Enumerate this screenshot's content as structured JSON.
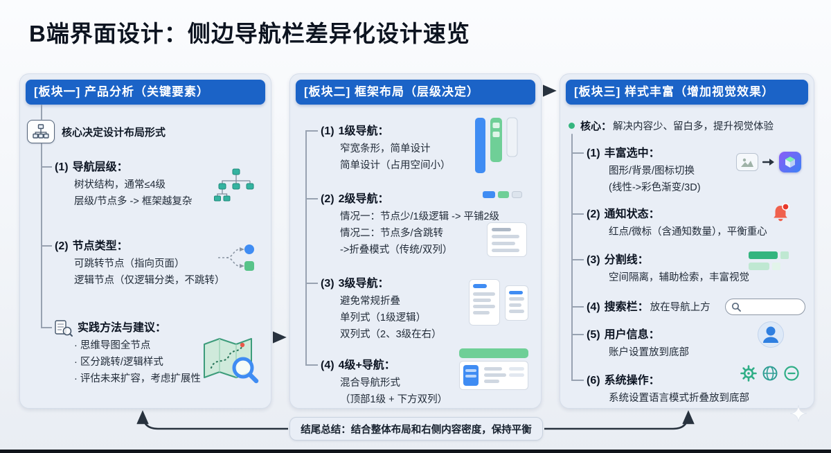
{
  "title": "B端界面设计：侧边导航栏差异化设计速览",
  "summary": "结尾总结：结合整体布局和右侧内容密度，保持平衡",
  "panel1": {
    "header": "[板块一] 产品分析（关键要素）",
    "core": "核心决定设计布局形式",
    "sec1": {
      "num": "(1)",
      "title": "导航层级：",
      "lines": [
        "树状结构，通常≤4级",
        "层级/节点多 -> 框架越复杂"
      ]
    },
    "sec2": {
      "num": "(2)",
      "title": "节点类型：",
      "lines": [
        "可跳转节点（指向页面）",
        "逻辑节点（仅逻辑分类，不跳转）"
      ]
    },
    "sec3": {
      "title": "实践方法与建议：",
      "lines": [
        "· 思维导图全节点",
        "· 区分跳转/逻辑样式",
        "· 评估未来扩容，考虑扩展性"
      ]
    }
  },
  "panel2": {
    "header": "[板块二] 框架布局（层级决定）",
    "sec1": {
      "num": "(1)",
      "title": "1级导航：",
      "lines": [
        "窄宽条形，简单设计",
        "简单设计（占用空间小）"
      ]
    },
    "sec2": {
      "num": "(2)",
      "title": "2级导航：",
      "lines": [
        "情况一：节点少/1级逻辑 -> 平铺2级",
        "情况二：节点多/含跳转",
        "->折叠模式（传统/双列）"
      ]
    },
    "sec3": {
      "num": "(3)",
      "title": "3级导航：",
      "lines": [
        "避免常规折叠",
        "单列式（1级逻辑）",
        "双列式（2、3级在右）"
      ]
    },
    "sec4": {
      "num": "(4)",
      "title": "4级+导航：",
      "lines": [
        "混合导航形式",
        "（顶部1级 + 下方双列）"
      ]
    }
  },
  "panel3": {
    "header": "[板块三] 样式丰富（增加视觉效果）",
    "core_label": "核心：",
    "core_text": "解决内容少、留白多，提升视觉体验",
    "sec1": {
      "num": "(1)",
      "title": "丰富选中：",
      "lines": [
        "图形/背景/图标切换",
        "(线性->彩色渐变/3D)"
      ]
    },
    "sec2": {
      "num": "(2)",
      "title": "通知状态：",
      "lines": [
        "红点/微标（含通知数量），平衡重心"
      ]
    },
    "sec3": {
      "num": "(3)",
      "title": "分割线：",
      "lines": [
        "空间隔离，辅助检索，丰富视觉"
      ]
    },
    "sec4": {
      "num": "(4)",
      "title": "搜索栏：",
      "inline": "放在导航上方"
    },
    "sec5": {
      "num": "(5)",
      "title": "用户信息：",
      "lines": [
        "账户设置放到底部"
      ]
    },
    "sec6": {
      "num": "(6)",
      "title": "系统操作：",
      "lines": [
        "系统设置语言模式折叠放到底部"
      ]
    }
  },
  "colors": {
    "header_bg": "#1b63c7",
    "panel_bg": "#e9eef6",
    "accent_blue": "#3f8cf3",
    "accent_green": "#58c389",
    "accent_teal": "#34b3a0",
    "alert_red": "#e8392c"
  },
  "icons": {
    "sitemap-icon": "org chart in rounded box",
    "tree-diagram-icon": "teal node tree",
    "node-branch-icon": "dashed branches to blue circle and green square",
    "doc-magnifier-icon": "document with magnifier",
    "map-magnifier-icon": "green map with dotted route and magnifier",
    "nav-bars-icon": "three vertical nav bars",
    "nav-pills-icon": "three horizontal pills",
    "menu-card-icon": "menu list card",
    "double-card-icon": "two list cards",
    "mixed-nav-card-icon": "green top bar with two columns",
    "image-icon": "picture thumbnail",
    "transition-arrow-icon": "right arrow",
    "cube-3d-icon": "3d cube on gradient tile",
    "bell-icon": "red bell with badge",
    "divider-lines-icon": "green divider bars",
    "search-bar-icon": "search pill with magnifier",
    "avatar-icon": "blue user avatar",
    "gear-icon": "green settings gear",
    "globe-icon": "teal language globe",
    "collapse-icon": "circled minus",
    "sparkle-icon": "faint four-point star"
  }
}
